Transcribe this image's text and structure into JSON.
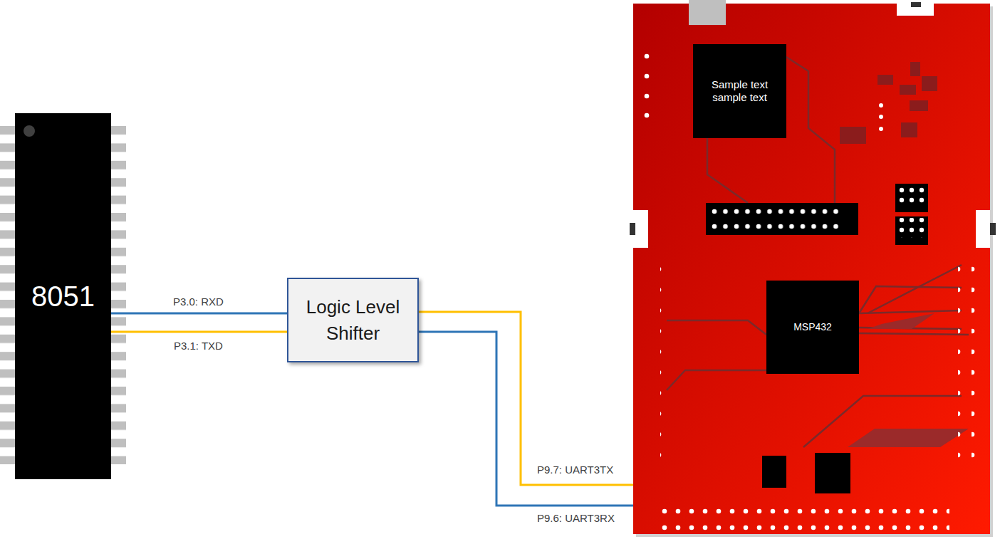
{
  "diagram": {
    "nodes": [
      {
        "text": [
          "8051"
        ]
      },
      {
        "text": [
          "Logic Level Shifter"
        ]
      },
      {
        "text": [
          "Sample text sample text"
        ]
      },
      {
        "text": [
          "MSP432"
        ]
      }
    ],
    "edges": [
      {
        "from": 0,
        "to": 1,
        "label": "P3.0: RXD",
        "arrow": "none"
      },
      {
        "from": 0,
        "to": 1,
        "label": "P3.1: TXD",
        "arrow": "none"
      }
    ],
    "labels": [
      "P9.7: UART3TX",
      "P9.6: UART3RX"
    ]
  }
}
